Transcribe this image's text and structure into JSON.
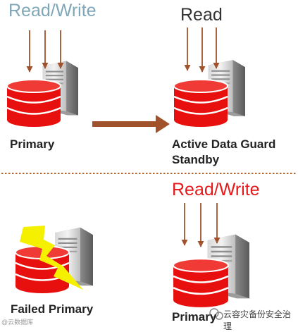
{
  "top_panel": {
    "read_write_label": "Read/Write",
    "read_label": "Read",
    "primary_label": "Primary",
    "standby_line1": "Active Data Guard",
    "standby_line2": "Standby"
  },
  "bottom_panel": {
    "read_write_label": "Read/Write",
    "failed_label": "Failed Primary",
    "primary_label": "Primary"
  },
  "watermarks": {
    "left": "@云数据库",
    "right": "云容灾备份安全治理"
  },
  "colors": {
    "database_red": "#e8100f",
    "arrow_brown": "#a0522d",
    "lightning_yellow": "#f5f000",
    "divider": "#b5652e"
  },
  "icons": [
    "database-icon",
    "server-icon",
    "lightning-icon",
    "arrow-right-icon",
    "down-arrow-icon"
  ]
}
